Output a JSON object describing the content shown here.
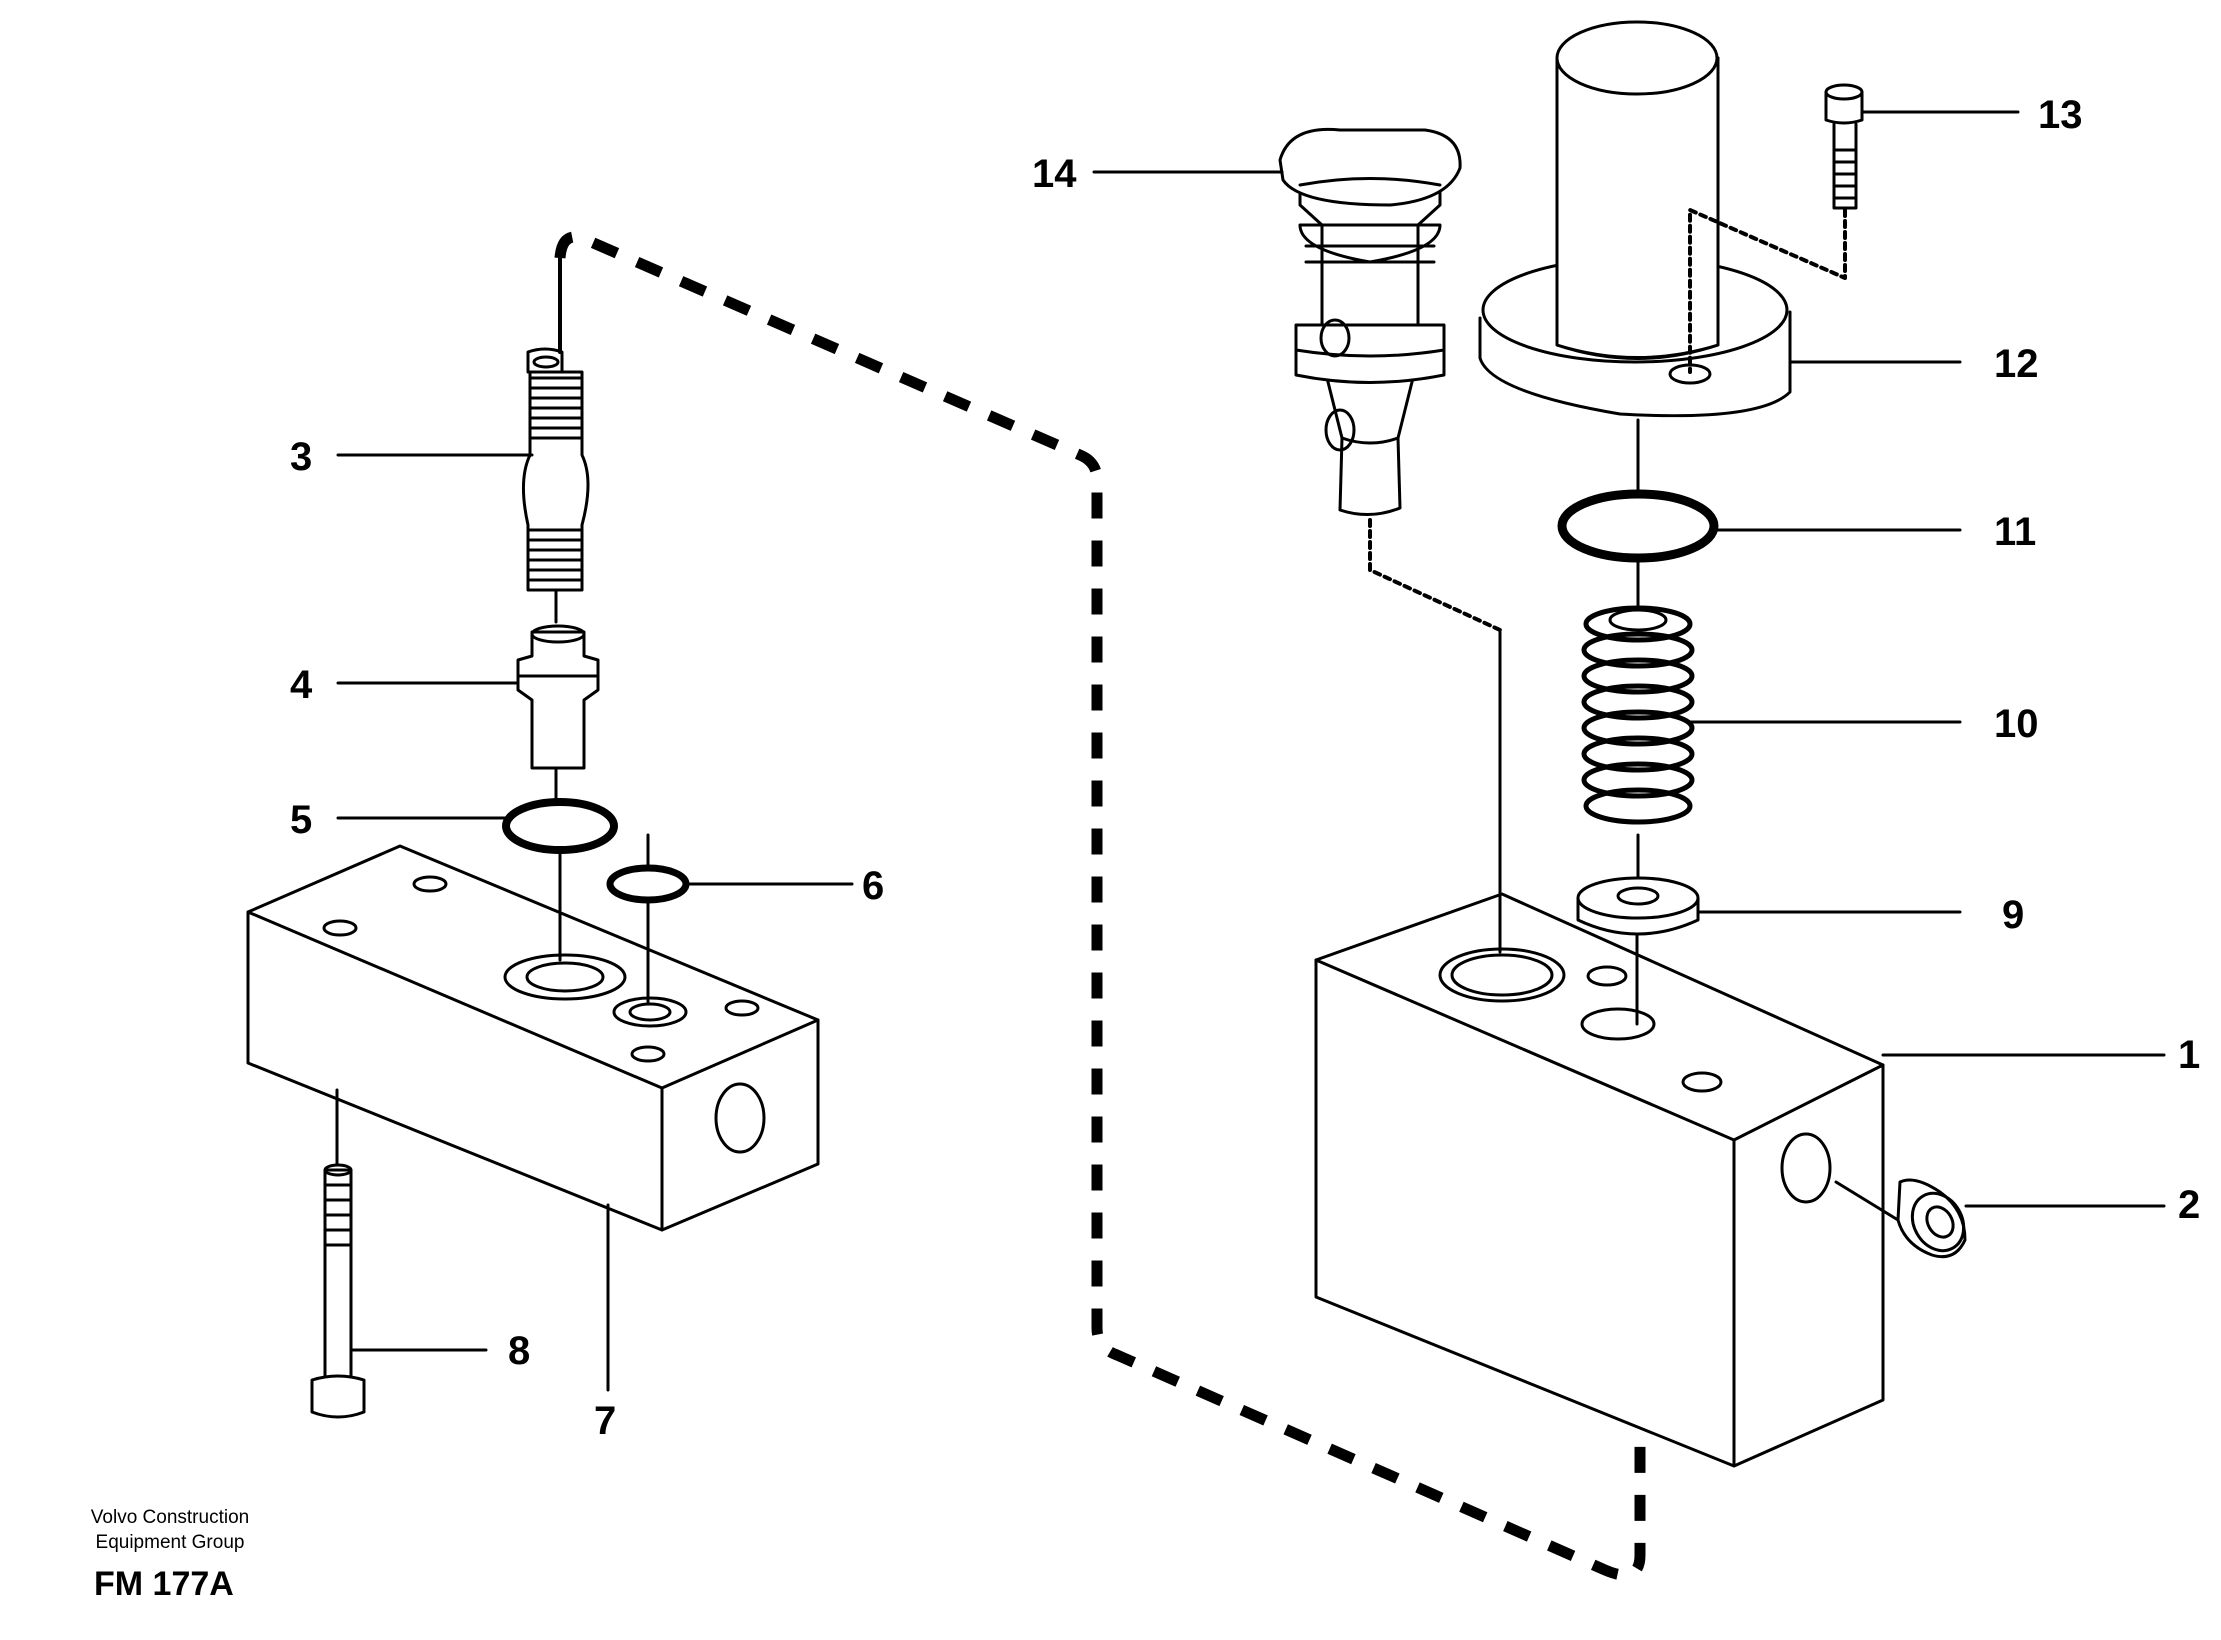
{
  "callouts": {
    "c1": "1",
    "c2": "2",
    "c3": "3",
    "c4": "4",
    "c5": "5",
    "c6": "6",
    "c7": "7",
    "c8": "8",
    "c9": "9",
    "c10": "10",
    "c11": "11",
    "c12": "12",
    "c13": "13",
    "c14": "14"
  },
  "footer": {
    "credit_line1": "Volvo Construction",
    "credit_line2": "Equipment Group",
    "figure_code": "FM 177A"
  }
}
